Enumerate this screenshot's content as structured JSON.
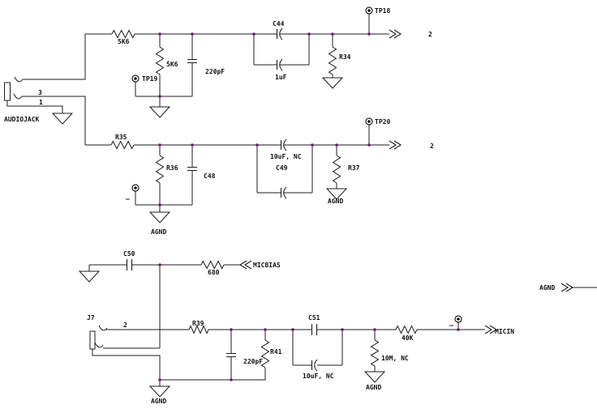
{
  "schematic": {
    "description": "Audio jack line-in and microphone bias input schematic",
    "background": "#ffffff",
    "wire_color": "#1c1c1c",
    "junction_color": "#6a1b6a",
    "text_color": "#111111",
    "connectors": [
      {
        "ref": "AUDIOJACK",
        "pins": [
          "3",
          "1"
        ]
      },
      {
        "ref": "J7",
        "pins": [
          "2"
        ]
      }
    ],
    "test_points": [
      "TP18",
      "TP19",
      "TP20"
    ],
    "nets": [
      "MICBIAS",
      "MICIN",
      "AGND"
    ],
    "output_pins": [
      "2",
      "2"
    ],
    "resistors": [
      "5K6",
      "5K6",
      "R34",
      "R35",
      "R36",
      "R37",
      "R39",
      "R41",
      "680",
      "40K",
      "10M, NC"
    ],
    "capacitors": [
      "C44",
      "1uF",
      "220pF",
      "C48",
      "C49",
      "10uF, NC",
      "C50",
      "C51",
      "220pF",
      "10uF, NC"
    ]
  },
  "labels": [
    {
      "id": "tp18",
      "text": "TP18"
    },
    {
      "id": "out1",
      "text": "2"
    },
    {
      "id": "r-5k6-h",
      "text": "5K6"
    },
    {
      "id": "c44",
      "text": "C44"
    },
    {
      "id": "r-5k6-v",
      "text": "5K6"
    },
    {
      "id": "tp19",
      "text": "TP19"
    },
    {
      "id": "c220pf-1",
      "text": "220pF"
    },
    {
      "id": "c1uf",
      "text": "1uF"
    },
    {
      "id": "r34",
      "text": "R34"
    },
    {
      "id": "tp20",
      "text": "TP20"
    },
    {
      "id": "out2",
      "text": "2"
    },
    {
      "id": "r35",
      "text": "R35"
    },
    {
      "id": "c10uf-1",
      "text": "10uF, NC"
    },
    {
      "id": "c49",
      "text": "C49"
    },
    {
      "id": "r36",
      "text": "R36"
    },
    {
      "id": "c48",
      "text": "C48"
    },
    {
      "id": "r37",
      "text": "R37"
    },
    {
      "id": "agnd-1",
      "text": "AGND"
    },
    {
      "id": "agnd-2",
      "text": "AGND"
    },
    {
      "id": "audiojack",
      "text": "AUDIOJACK"
    },
    {
      "id": "pin3",
      "text": "3"
    },
    {
      "id": "pin1",
      "text": "1"
    },
    {
      "id": "c50",
      "text": "C50"
    },
    {
      "id": "r680",
      "text": "680"
    },
    {
      "id": "micbias",
      "text": "MICBIAS"
    },
    {
      "id": "j7",
      "text": "J7"
    },
    {
      "id": "pin2",
      "text": "2"
    },
    {
      "id": "r39",
      "text": "R39"
    },
    {
      "id": "c220pf-2",
      "text": "220pF"
    },
    {
      "id": "r41",
      "text": "R41"
    },
    {
      "id": "c51",
      "text": "C51"
    },
    {
      "id": "c10uf-2",
      "text": "10uF, NC"
    },
    {
      "id": "r10m",
      "text": "10M, NC"
    },
    {
      "id": "agnd-3",
      "text": "AGND"
    },
    {
      "id": "agnd-4",
      "text": "AGND"
    },
    {
      "id": "r40k",
      "text": "40K"
    },
    {
      "id": "micin",
      "text": "MICIN"
    },
    {
      "id": "agnd-5",
      "text": "AGND"
    },
    {
      "id": "dash-1",
      "text": "–"
    },
    {
      "id": "dash-2",
      "text": "–"
    }
  ]
}
